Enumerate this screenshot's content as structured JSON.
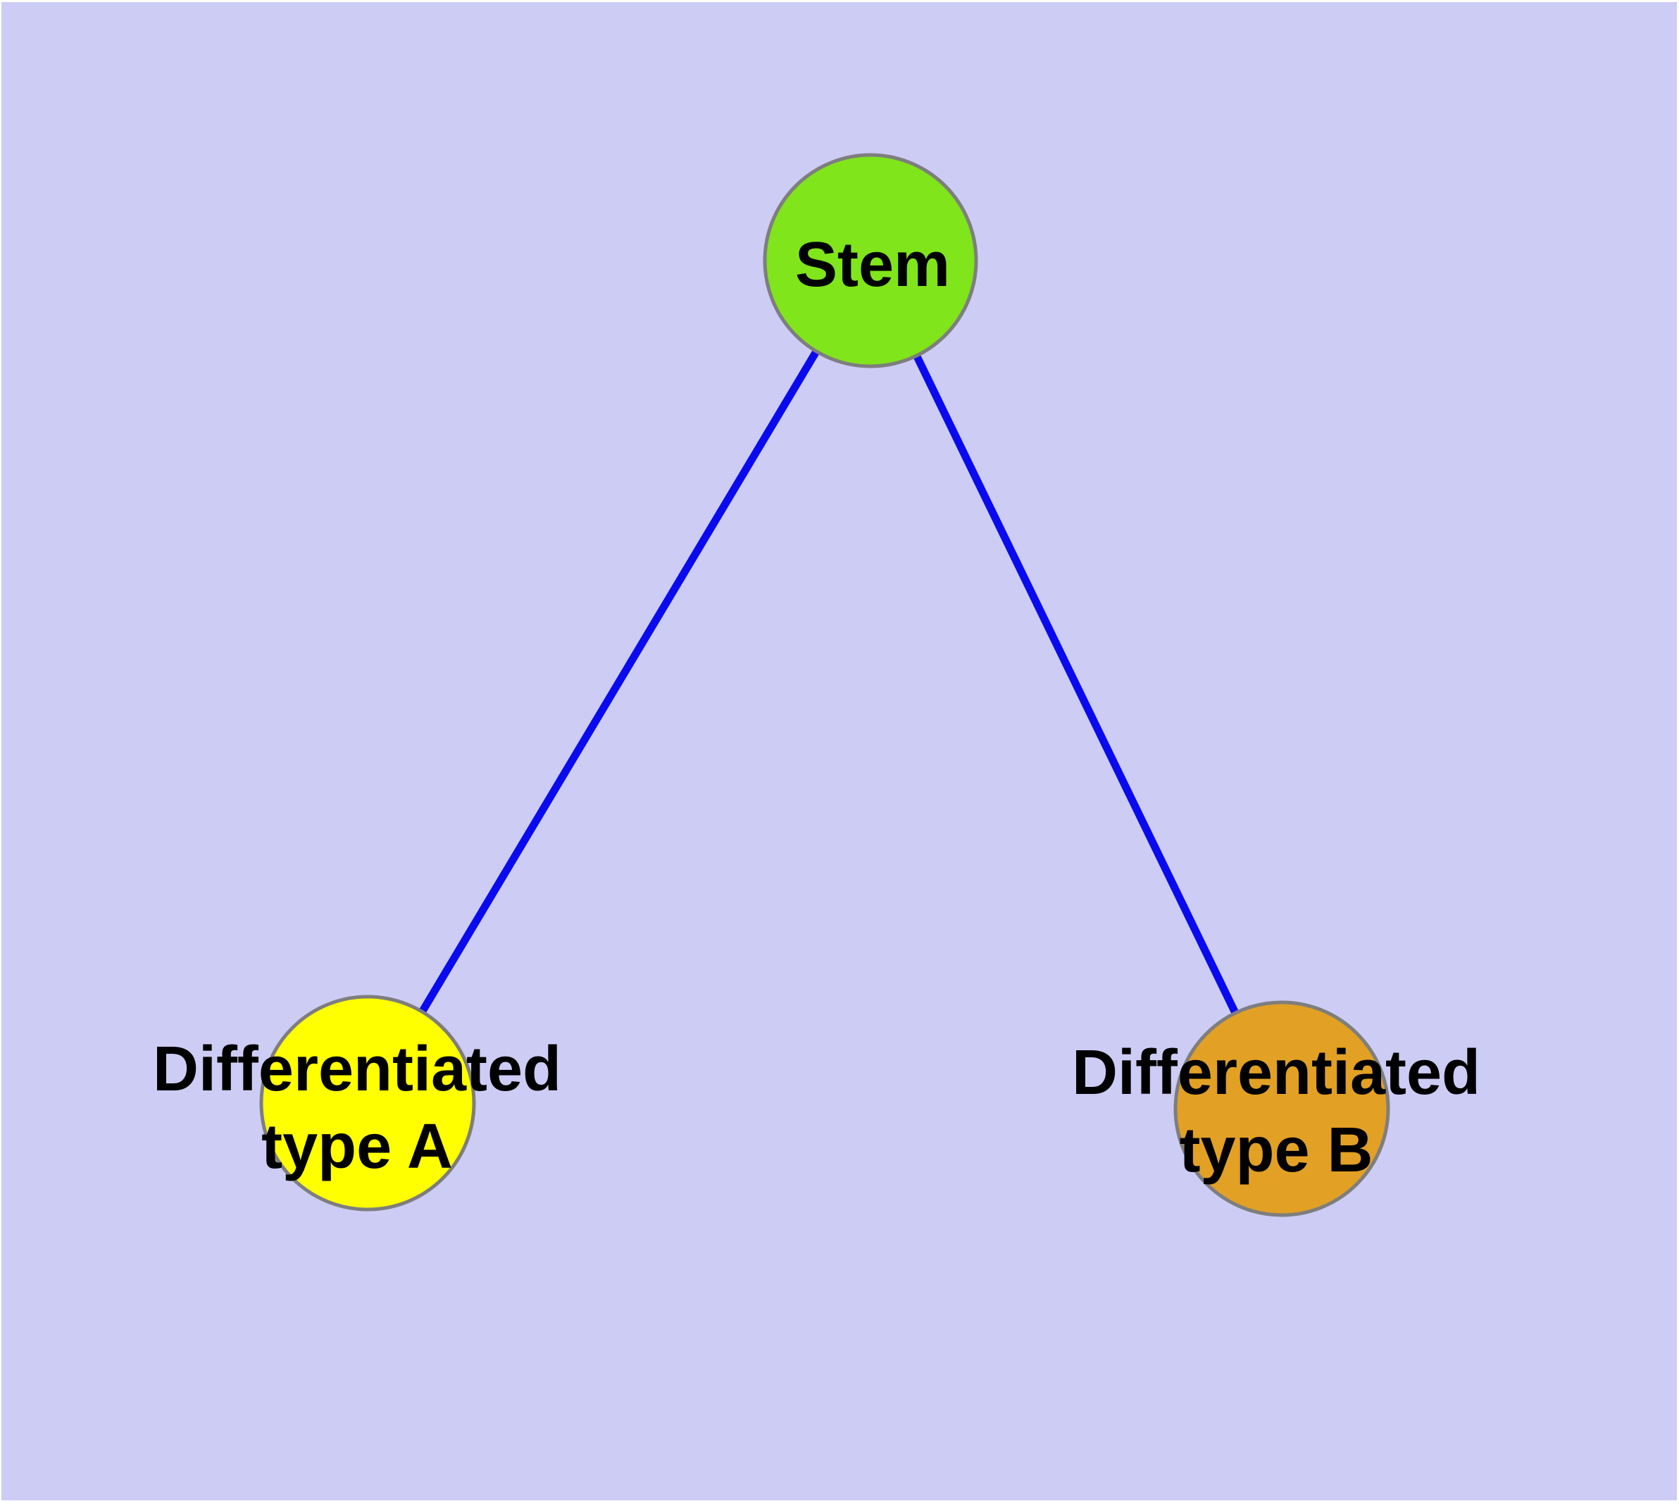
{
  "diagram": {
    "type": "graph",
    "background_color": "#CCCCF5",
    "margin_color": "#FFFFFF",
    "edge_color": "#0A0AEF",
    "node_border_color": "#7E7E7E",
    "label_color": "#000000",
    "nodes": [
      {
        "id": "stem",
        "label": "Stem",
        "lines": [
          "Stem"
        ],
        "fill": "#80E51A"
      },
      {
        "id": "differentiated-type-a",
        "label": "Differentiated type A",
        "lines": [
          "Differentiated",
          "type A"
        ],
        "fill": "#FFFF00"
      },
      {
        "id": "differentiated-type-b",
        "label": "Differentiated type B",
        "lines": [
          "Differentiated",
          "type B"
        ],
        "fill": "#E2A024"
      }
    ],
    "edges": [
      {
        "from": "Stem",
        "to": "Differentiated type A"
      },
      {
        "from": "Stem",
        "to": "Differentiated type B"
      }
    ]
  }
}
